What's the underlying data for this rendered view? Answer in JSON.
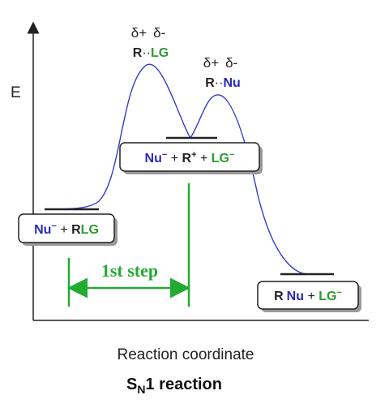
{
  "axes": {
    "y_label": "E",
    "x_label": "Reaction coordinate"
  },
  "title": {
    "main": "S",
    "subscript": "N",
    "suffix": "1 reaction"
  },
  "colors": {
    "curve": "#3a3ac8",
    "nucleophile": "#2a2ab8",
    "leaving_group": "#2e9a2e",
    "step_arrow": "#22aa33",
    "text": "#222222",
    "axis": "#222222"
  },
  "states": {
    "reactants": {
      "nu": "Nu",
      "nu_charge": "−",
      "sep": " + ",
      "r": "R",
      "lg": "LG"
    },
    "intermediate": {
      "nu": "Nu",
      "nu_charge": "−",
      "plus1": " + ",
      "r": "R",
      "r_charge": "+",
      "plus2": " + ",
      "lg": "LG",
      "lg_charge": "−"
    },
    "products": {
      "r": "R",
      "nu": "Nu",
      "plus": " + ",
      "lg": "LG",
      "lg_charge": "−"
    }
  },
  "transition_states": [
    {
      "delta_plus": "δ+",
      "delta_minus": "δ-",
      "r": "R",
      "dots": "··",
      "group": "LG"
    },
    {
      "delta_plus": "δ+",
      "delta_minus": "δ-",
      "r": "R",
      "dots": "··",
      "group": "Nu"
    }
  ],
  "step": {
    "label": "1st step"
  }
}
